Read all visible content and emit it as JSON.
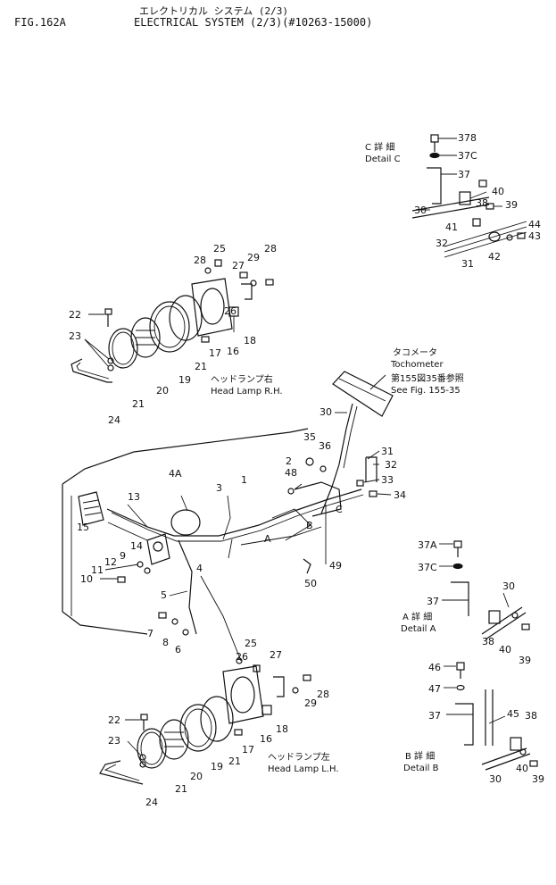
{
  "header": {
    "fig": "FIG.162A",
    "title_jp": "エレクトリカル システム (2/3)",
    "title_en": "ELECTRICAL SYSTEM (2/3)(#10263-15000)"
  },
  "captions": {
    "detail_c_jp": "C 詳 細",
    "detail_c": "Detail C",
    "detail_a_jp": "A 詳 細",
    "detail_a": "Detail A",
    "detail_b_jp": "B 詳 細",
    "detail_b": "Detail B",
    "tacho_jp": "タコメータ",
    "tacho": "Tochometer",
    "see_jp": "第155図35番参照",
    "see": "See Fig. 155-35",
    "head_rh_jp": "ヘッドランプ右",
    "head_rh": "Head Lamp R.H.",
    "head_lh_jp": "ヘッドランプ左",
    "head_lh": "Head Lamp L.H."
  },
  "callouts": {
    "c_378": "378",
    "c_37c": "37C",
    "c_37": "37",
    "c_38": "38",
    "c_40": "40",
    "c_39": "39",
    "c_30": "30",
    "c_41": "41",
    "c_44": "44",
    "c_43": "43",
    "c_32": "32",
    "c_42": "42",
    "c_31": "31",
    "rh_25": "25",
    "rh_28a": "28",
    "rh_28b": "28",
    "rh_27": "27",
    "rh_29": "29",
    "rh_22": "22",
    "rh_23": "23",
    "rh_26": "26",
    "rh_18": "18",
    "rh_16": "16",
    "rh_17": "17",
    "rh_19": "19",
    "rh_21a": "21",
    "rh_21b": "21",
    "rh_20": "20",
    "rh_24": "24",
    "m_30": "30",
    "m_35": "35",
    "m_36": "36",
    "m_31": "31",
    "m_2": "2",
    "m_32": "32",
    "m_48": "48",
    "m_33": "33",
    "m_34": "34",
    "m_4a": "4A",
    "m_3": "3",
    "m_1": "1",
    "m_13": "13",
    "m_c": "C",
    "m_a": "A",
    "m_b": "B",
    "m_15": "15",
    "m_14": "14",
    "m_9": "9",
    "m_12": "12",
    "m_11": "11",
    "m_10": "10",
    "m_4": "4",
    "m_49": "49",
    "m_50": "50",
    "m_5": "5",
    "m_7": "7",
    "m_8": "8",
    "m_6": "6",
    "a_37a": "37A",
    "a_37c": "37C",
    "a_30": "30",
    "a_37": "37",
    "a_38": "38",
    "a_40": "40",
    "a_39": "39",
    "lh_25": "25",
    "lh_27": "27",
    "lh_26": "26",
    "lh_28": "28",
    "lh_29": "29",
    "lh_18": "18",
    "lh_22": "22",
    "lh_16": "16",
    "lh_17": "17",
    "lh_23": "23",
    "lh_21a": "21",
    "lh_19": "19",
    "lh_20": "20",
    "lh_21b": "21",
    "lh_24": "24",
    "b_46": "46",
    "b_47": "47",
    "b_45": "45",
    "b_38": "38",
    "b_37": "37",
    "b_40": "40",
    "b_39": "39",
    "b_30": "30"
  }
}
